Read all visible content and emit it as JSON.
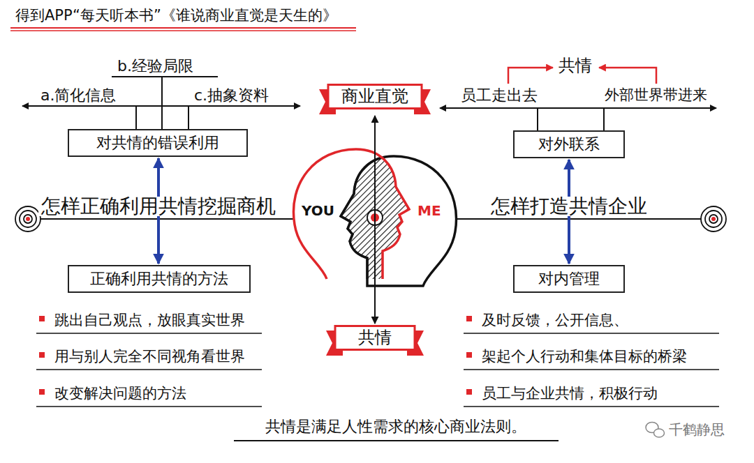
{
  "diagram": {
    "title": "得到APP“每天听本书”《谁说商业直觉是天生的》",
    "caption": "共情是满足人性需求的核心商业法则。",
    "nodes": [
      {
        "text": [
          "商业直觉"
        ]
      },
      {
        "text": [
          "对共情的错误利用"
        ]
      },
      {
        "text": [
          "对外联系"
        ]
      },
      {
        "text": [
          "正确利用共情的方法"
        ]
      },
      {
        "text": [
          "对内管理"
        ]
      },
      {
        "text": [
          "共情"
        ]
      }
    ],
    "edges": [
      {
        "from": 0,
        "to": 5,
        "arrow": "both"
      },
      {
        "from": 1,
        "to": 3,
        "label": "怎样正确利用共情挖掘商机",
        "arrow": "both"
      },
      {
        "from": 2,
        "to": 4,
        "label": "怎样打造共情企业",
        "arrow": "both"
      }
    ],
    "labels": [
      "b.经验局限",
      "共情",
      "a.简化信息",
      "c.抽象资料",
      "员工走出去",
      "外部世界带进来",
      "YOU",
      "ME",
      "跳出自己观点，放眼真实世界",
      "用与别人完全不同视角看世界",
      "改变解决问题的方法",
      "及时反馈，公开信息、",
      "架起个人行动和集体目标的桥梁",
      "员工与企业共情，积极行动",
      "千鹤静思"
    ]
  }
}
